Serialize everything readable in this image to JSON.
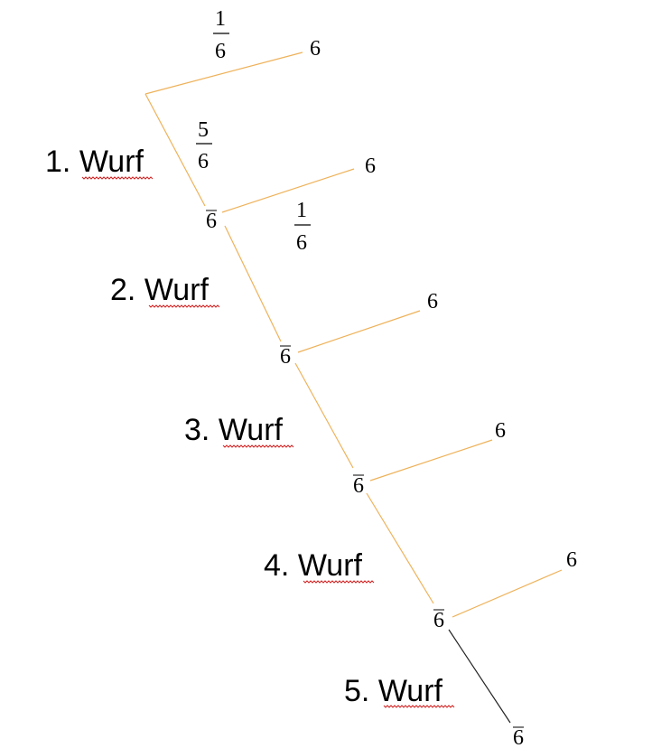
{
  "colors": {
    "branch": "#eeb25a",
    "last_branch": "#222222",
    "spell_underline": "#d02020"
  },
  "throws": [
    {
      "number": "1.",
      "word": "Wurf"
    },
    {
      "number": "2.",
      "word": "Wurf"
    },
    {
      "number": "3.",
      "word": "Wurf"
    },
    {
      "number": "4.",
      "word": "Wurf"
    },
    {
      "number": "5.",
      "word": "Wurf"
    }
  ],
  "outcomes": {
    "six": "6",
    "not_six": "6"
  },
  "probabilities": {
    "p_six": {
      "numerator": "1",
      "denominator": "6"
    },
    "p_not_six": {
      "numerator": "5",
      "denominator": "6"
    },
    "p_six_second": {
      "numerator": "1",
      "denominator": "6"
    }
  }
}
